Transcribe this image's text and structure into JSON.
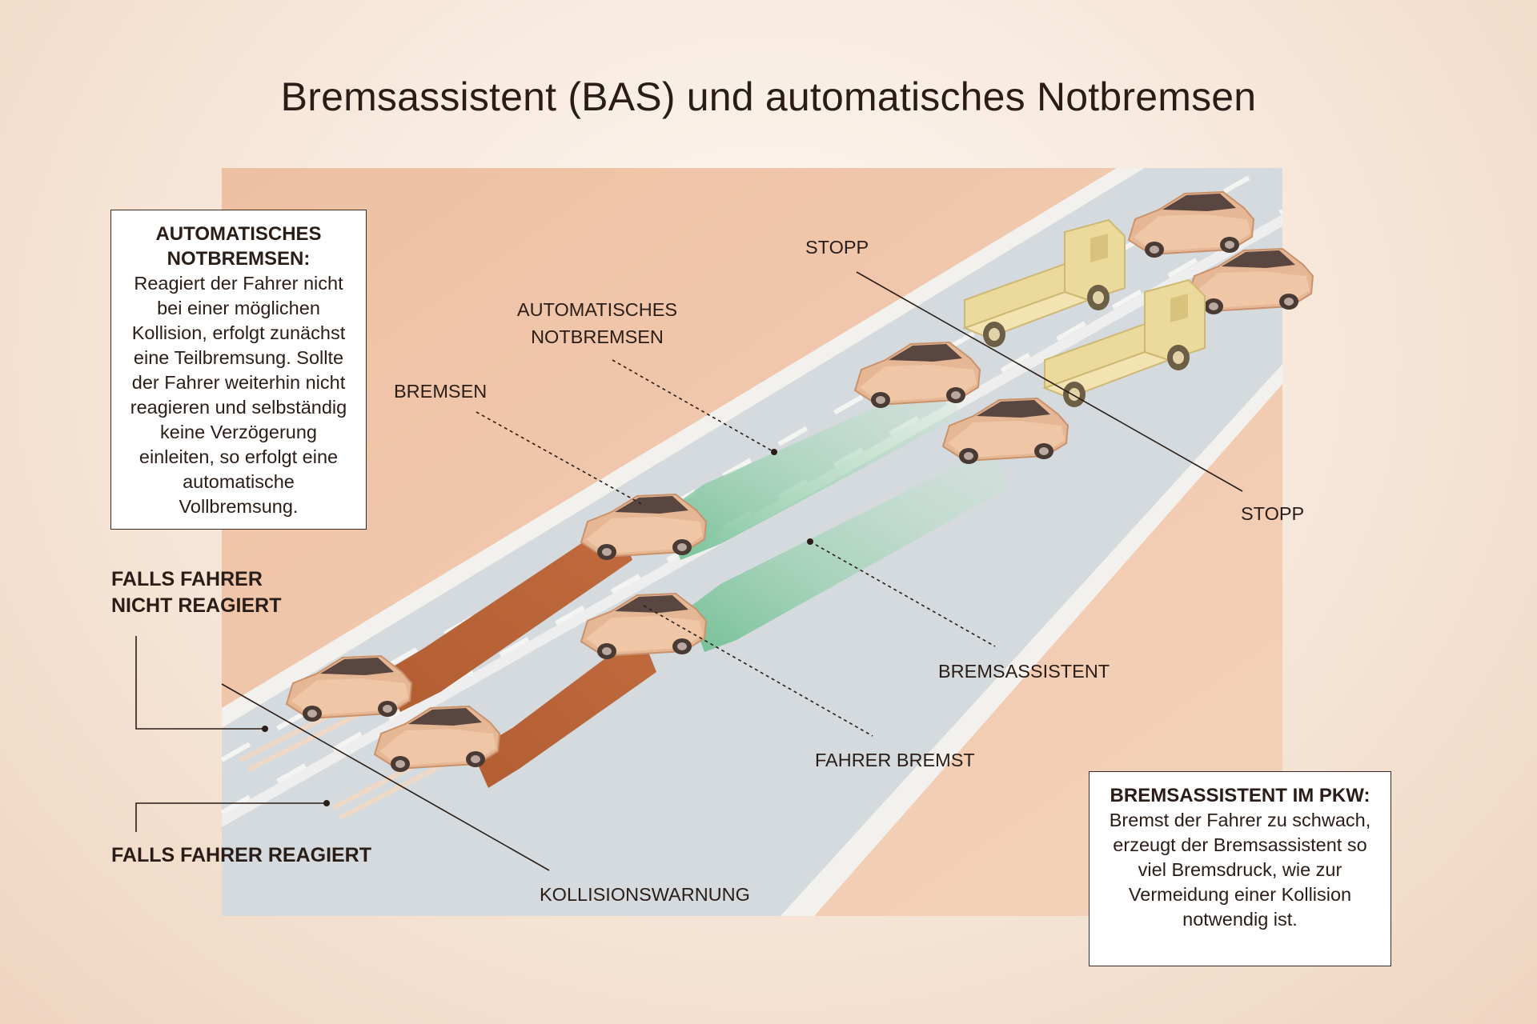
{
  "title": "Bremsassistent (BAS) und automatisches Notbremsen",
  "box_left": {
    "heading": "AUTOMATISCHES NOTBREMSEN:",
    "text": "Reagiert der Fahrer nicht bei einer möglichen Kollision, erfolgt zunächst eine Teilbremsung. Sollte der Fahrer weiterhin nicht reagieren und selbständig keine Verzögerung einleiten, so erfolgt eine automatische Vollbremsung."
  },
  "box_right": {
    "heading": "BREMSASSISTENT IM PKW:",
    "text": "Bremst der Fahrer zu schwach, erzeugt der Bremsassistent so viel Bremsdruck, wie zur Vermeidung einer Kollision notwendig ist."
  },
  "labels": {
    "stopp_top": "STOPP",
    "stopp_right": "STOPP",
    "automatisches_notbremsen": "AUTOMATISCHES NOTBREMSEN",
    "bremsen": "BREMSEN",
    "bremsassistent": "BREMSASSISTENT",
    "fahrer_bremst": "FAHRER BREMST",
    "kollisionswarnung": "KOLLISIONSWARNUNG",
    "falls_nicht": "FALLS FAHRER NICHT REAGIERT",
    "falls_reagiert": "FALLS FAHRER REAGIERT"
  },
  "colors": {
    "road": "#d3d9dd",
    "road_edge": "#f2f0ec",
    "brake_zone": "#b8643a",
    "assist_zone": "#7fc49c",
    "car_body": "#e6b794",
    "truck_body": "#ecd99c"
  }
}
